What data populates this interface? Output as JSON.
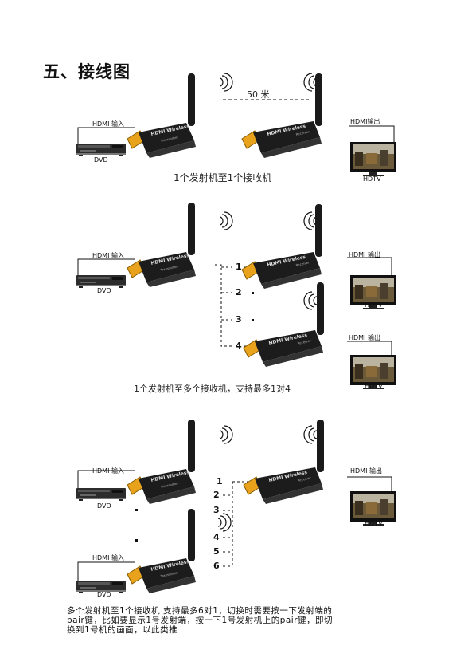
{
  "title": "五、接线图",
  "labels": {
    "hdmi_in": "HDMI 输入",
    "hdmi_out": "HDMI输出",
    "hdmi_out_spaced": "HDMI 输出",
    "dvd": "DVD",
    "hdtv": "HDTV",
    "distance": "50 米",
    "dongle_label": "HDMI Wireless",
    "transmitter": "Transmitter",
    "receiver": "Receiver"
  },
  "diagram1": {
    "caption": "1个发射机至1个接收机"
  },
  "diagram2": {
    "caption": "1个发射机至多个接收机，支持最多1对4",
    "channels": [
      "1",
      "2",
      "3",
      "4"
    ]
  },
  "diagram3": {
    "channels": [
      "1",
      "2",
      "3",
      "4",
      "5",
      "6"
    ],
    "caption_line1": "多个发射机至1个接收机 支持最多6对1，切换时需要按一下发射端的",
    "caption_line2": "pair键，比如要显示1号发射端，按一下1号发射机上的pair键，即切",
    "caption_line3": "换到1号机的画面，以此类推"
  }
}
